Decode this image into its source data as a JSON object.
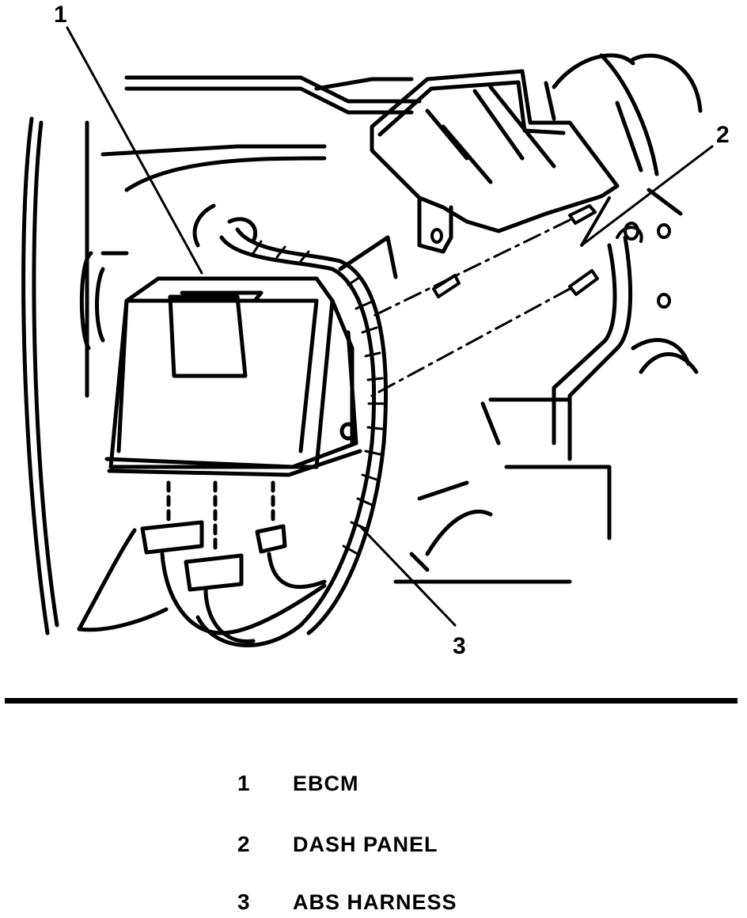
{
  "callouts": [
    {
      "number": "1"
    },
    {
      "number": "2"
    },
    {
      "number": "3"
    }
  ],
  "legend": [
    {
      "number": "1",
      "label": "EBCM"
    },
    {
      "number": "2",
      "label": "DASH PANEL"
    },
    {
      "number": "3",
      "label": "ABS HARNESS"
    }
  ]
}
